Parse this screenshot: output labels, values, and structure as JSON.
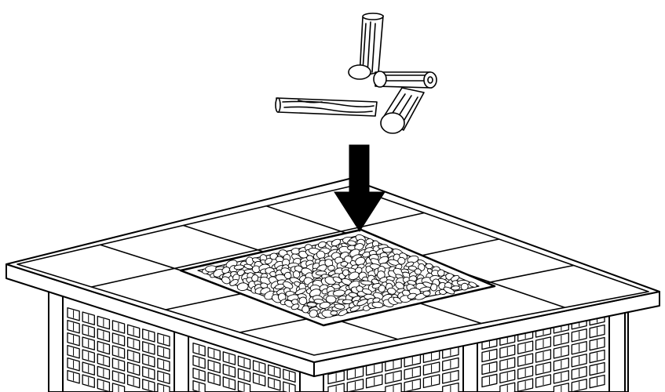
{
  "diagram": {
    "colors": {
      "line": "#000000",
      "fill": "#ffffff",
      "shade": "#e6e6e6",
      "pebble": "#f4f4f4"
    },
    "objects": [
      {
        "name": "firewood-logs",
        "icon": "log-icon",
        "count": 4
      },
      {
        "name": "down-arrow",
        "icon": "arrow-down-icon"
      },
      {
        "name": "fire-pit-table",
        "icon": "table-icon"
      },
      {
        "name": "lava-rock-bed",
        "icon": "rocks-icon"
      }
    ],
    "tile_grid": {
      "rows": 4,
      "cols": 4,
      "center_opening": "2x2"
    }
  }
}
